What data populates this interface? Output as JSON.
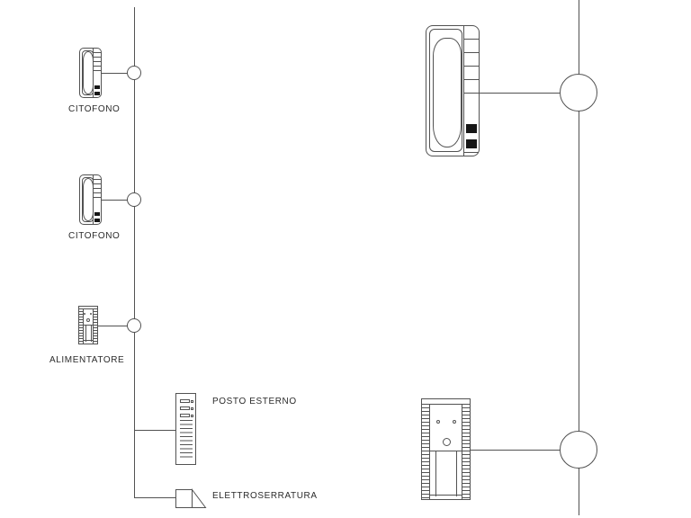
{
  "diagram": {
    "kind": "intercom-wiring-schematic",
    "language": "italian",
    "labels": {
      "citofono_1": "CITOFONO",
      "citofono_2": "CITOFONO",
      "alimentatore": "ALIMENTATORE",
      "posto_esterno": "POSTO ESTERNO",
      "elettroserratura": "ELETTROSERRATURA"
    },
    "components": [
      {
        "type": "intercom-handset",
        "label": "CITOFONO",
        "connected_to": "left-bus-node-1"
      },
      {
        "type": "intercom-handset",
        "label": "CITOFONO",
        "connected_to": "left-bus-node-2"
      },
      {
        "type": "power-supply",
        "label": "ALIMENTATORE",
        "connected_to": "left-bus-node-3"
      },
      {
        "type": "entrance-panel",
        "label": "POSTO ESTERNO",
        "connected_to": "left-bus"
      },
      {
        "type": "electric-lock-symbol",
        "label": "ELETTROSERRATURA",
        "connected_to": "left-bus"
      },
      {
        "type": "intercom-handset-detail",
        "label": "",
        "connected_to": "right-bus-node-1"
      },
      {
        "type": "electric-lock-detail",
        "label": "",
        "connected_to": "right-bus-node-2"
      }
    ],
    "colors": {
      "background": "#ffffff",
      "line": "#525252",
      "text": "#2b2b2b",
      "dark_fill": "#161616"
    }
  }
}
